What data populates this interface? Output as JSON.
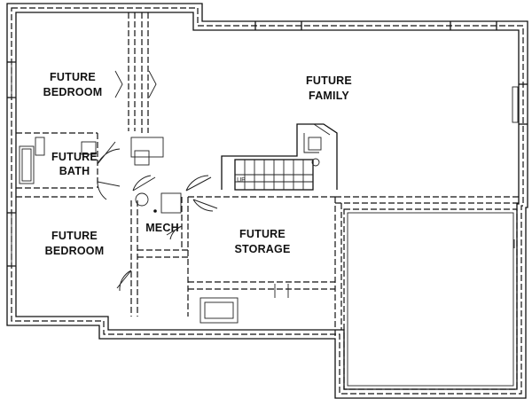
{
  "rooms": {
    "bedroom_top": {
      "line1": "FUTURE",
      "line2": "BEDROOM"
    },
    "family": {
      "line1": "FUTURE",
      "line2": "FAMILY"
    },
    "bath": {
      "line1": "FUTURE",
      "line2": "BATH"
    },
    "bedroom_bottom": {
      "line1": "FUTURE",
      "line2": "BEDROOM"
    },
    "mech": {
      "line1": "MECH"
    },
    "storage": {
      "line1": "FUTURE",
      "line2": "STORAGE"
    }
  },
  "stair_note": "UP"
}
